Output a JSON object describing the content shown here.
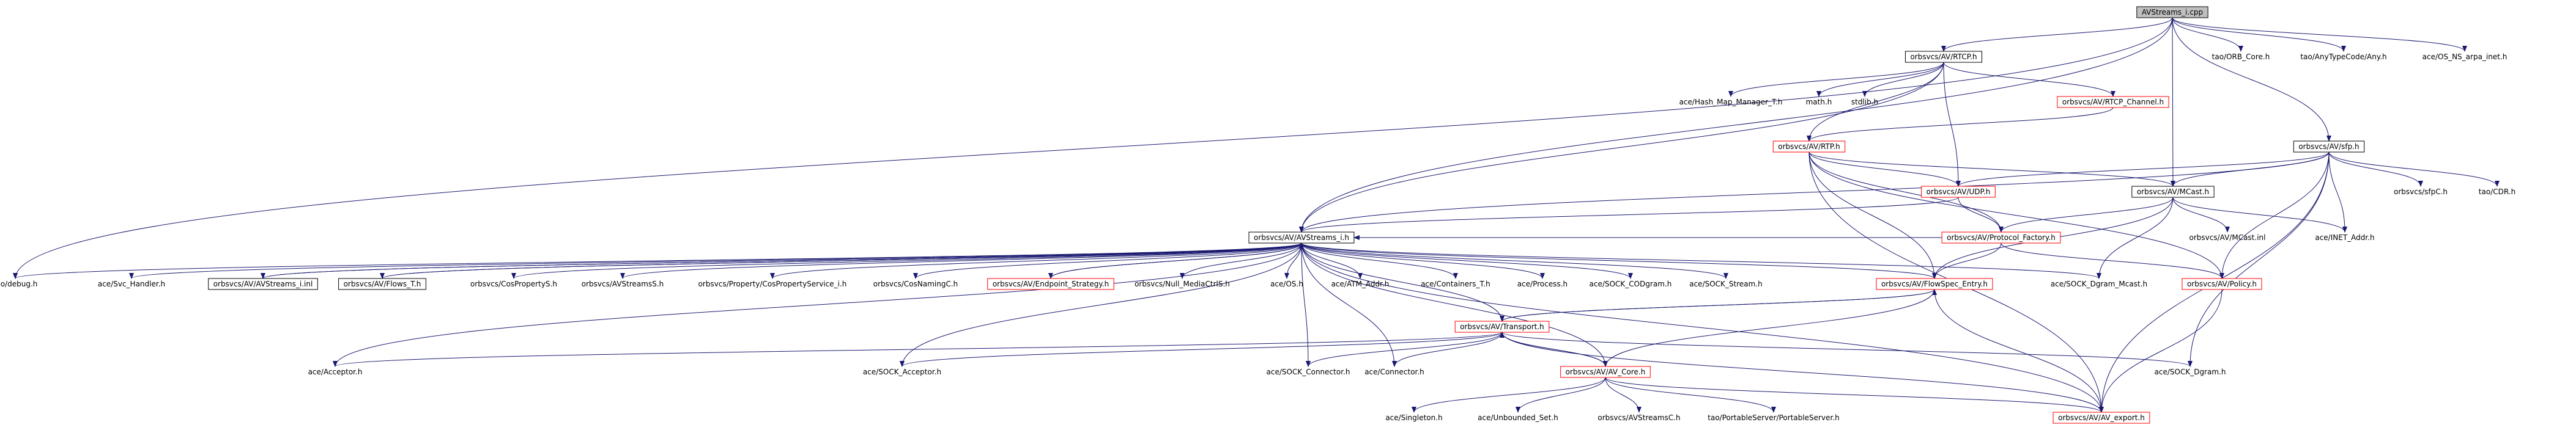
{
  "nodes": [
    {
      "id": "root",
      "label": "AVStreams_i.cpp",
      "style": "root"
    },
    {
      "id": "rtcp",
      "label": "orbsvcs/AV/RTCP.h",
      "style": "plain"
    },
    {
      "id": "orbcore",
      "label": "tao/ORB_Core.h",
      "style": "none"
    },
    {
      "id": "anytc",
      "label": "tao/AnyTypeCode/Any.h",
      "style": "none"
    },
    {
      "id": "osarpa",
      "label": "ace/OS_NS_arpa_inet.h",
      "style": "none"
    },
    {
      "id": "hashmap",
      "label": "ace/Hash_Map_Manager_T.h",
      "style": "none"
    },
    {
      "id": "math",
      "label": "math.h",
      "style": "none"
    },
    {
      "id": "stdlib",
      "label": "stdlib.h",
      "style": "none"
    },
    {
      "id": "rtcpch",
      "label": "orbsvcs/AV/RTCP_Channel.h",
      "style": "red"
    },
    {
      "id": "rtp",
      "label": "orbsvcs/AV/RTP.h",
      "style": "red"
    },
    {
      "id": "sfp",
      "label": "orbsvcs/AV/sfp.h",
      "style": "plain"
    },
    {
      "id": "udp",
      "label": "orbsvcs/AV/UDP.h",
      "style": "red"
    },
    {
      "id": "mcast",
      "label": "orbsvcs/AV/MCast.h",
      "style": "plain"
    },
    {
      "id": "sfpc",
      "label": "orbsvcs/sfpC.h",
      "style": "none"
    },
    {
      "id": "cdr",
      "label": "tao/CDR.h",
      "style": "none"
    },
    {
      "id": "mcastinl",
      "label": "orbsvcs/AV/MCast.inl",
      "style": "none"
    },
    {
      "id": "inetaddr",
      "label": "ace/INET_Addr.h",
      "style": "none"
    },
    {
      "id": "protofact",
      "label": "orbsvcs/AV/Protocol_Factory.h",
      "style": "red"
    },
    {
      "id": "policy",
      "label": "orbsvcs/AV/Policy.h",
      "style": "red"
    },
    {
      "id": "avs",
      "label": "orbsvcs/AV/AVStreams_i.h",
      "style": "plain"
    },
    {
      "id": "taodebug",
      "label": "tao/debug.h",
      "style": "none"
    },
    {
      "id": "svch",
      "label": "ace/Svc_Handler.h",
      "style": "none"
    },
    {
      "id": "avsinl",
      "label": "orbsvcs/AV/AVStreams_i.inl",
      "style": "plain"
    },
    {
      "id": "flowst",
      "label": "orbsvcs/AV/Flows_T.h",
      "style": "plain"
    },
    {
      "id": "cosps",
      "label": "orbsvcs/CosPropertyS.h",
      "style": "none"
    },
    {
      "id": "avss",
      "label": "orbsvcs/AVStreamsS.h",
      "style": "none"
    },
    {
      "id": "propsvc",
      "label": "orbsvcs/Property/CosPropertyService_i.h",
      "style": "none"
    },
    {
      "id": "cosnc",
      "label": "orbsvcs/CosNamingC.h",
      "style": "none"
    },
    {
      "id": "endpt",
      "label": "orbsvcs/AV/Endpoint_Strategy.h",
      "style": "red"
    },
    {
      "id": "nullmc",
      "label": "orbsvcs/Null_MediaCtrlS.h",
      "style": "none"
    },
    {
      "id": "aceos",
      "label": "ace/OS.h",
      "style": "none"
    },
    {
      "id": "atmaddr",
      "label": "ace/ATM_Addr.h",
      "style": "none"
    },
    {
      "id": "contt",
      "label": "ace/Containers_T.h",
      "style": "none"
    },
    {
      "id": "process",
      "label": "ace/Process.h",
      "style": "none"
    },
    {
      "id": "sockcod",
      "label": "ace/SOCK_CODgram.h",
      "style": "none"
    },
    {
      "id": "sockstream",
      "label": "ace/SOCK_Stream.h",
      "style": "none"
    },
    {
      "id": "flowspec",
      "label": "orbsvcs/AV/FlowSpec_Entry.h",
      "style": "red"
    },
    {
      "id": "sockdgmc",
      "label": "ace/SOCK_Dgram_Mcast.h",
      "style": "none"
    },
    {
      "id": "transport",
      "label": "orbsvcs/AV/Transport.h",
      "style": "red"
    },
    {
      "id": "acceptor",
      "label": "ace/Acceptor.h",
      "style": "none"
    },
    {
      "id": "sockacc",
      "label": "ace/SOCK_Acceptor.h",
      "style": "none"
    },
    {
      "id": "sockconn",
      "label": "ace/SOCK_Connector.h",
      "style": "none"
    },
    {
      "id": "connector",
      "label": "ace/Connector.h",
      "style": "none"
    },
    {
      "id": "avcore",
      "label": "orbsvcs/AV/AV_Core.h",
      "style": "red"
    },
    {
      "id": "sockdgram",
      "label": "ace/SOCK_Dgram.h",
      "style": "none"
    },
    {
      "id": "singleton",
      "label": "ace/Singleton.h",
      "style": "none"
    },
    {
      "id": "unbset",
      "label": "ace/Unbounded_Set.h",
      "style": "none"
    },
    {
      "id": "avsc",
      "label": "orbsvcs/AVStreamsC.h",
      "style": "none"
    },
    {
      "id": "portable",
      "label": "tao/PortableServer/PortableServer.h",
      "style": "none"
    },
    {
      "id": "avexport",
      "label": "orbsvcs/AV/AV_export.h",
      "style": "red"
    }
  ],
  "colors": {
    "edge": "#191970",
    "red_border": "#ff0000",
    "plain_border": "#000000",
    "root_fill": "#bfbfbf"
  }
}
